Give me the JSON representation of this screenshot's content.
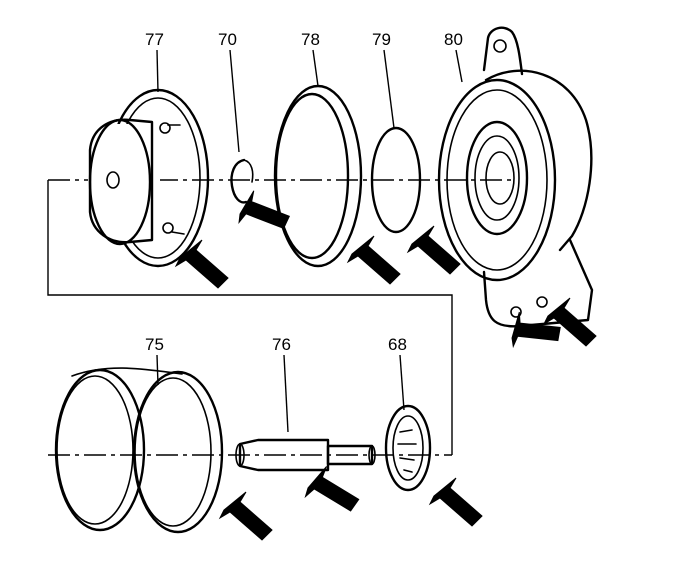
{
  "callouts": {
    "c77": "77",
    "c70": "70",
    "c78": "78",
    "c79": "79",
    "c80": "80",
    "c75": "75",
    "c76": "76",
    "c68": "68"
  },
  "colors": {
    "ink": "#000000",
    "paper": "#ffffff"
  }
}
